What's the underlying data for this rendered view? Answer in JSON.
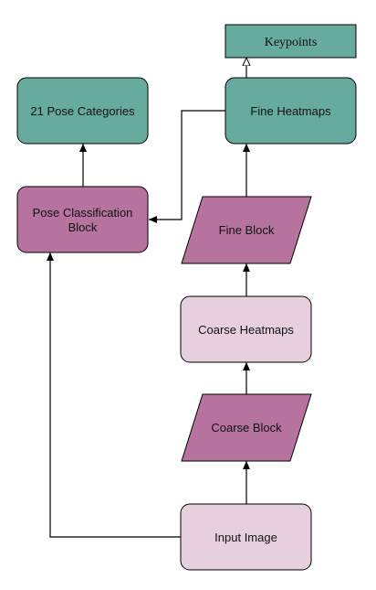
{
  "nodes": {
    "keypoints": {
      "label": "Keypoints",
      "fill": "#67ab9f"
    },
    "pose_categories": {
      "label": "21 Pose Categories",
      "fill": "#67ab9f"
    },
    "fine_heatmaps": {
      "label": "Fine Heatmaps",
      "fill": "#67ab9f"
    },
    "pose_classification": {
      "line1": "Pose Classification",
      "line2": "Block",
      "fill": "#b5739d"
    },
    "fine_block": {
      "label": "Fine Block",
      "fill": "#b5739d"
    },
    "coarse_heatmaps": {
      "label": "Coarse Heatmaps",
      "fill": "#e6d0de"
    },
    "coarse_block": {
      "label": "Coarse Block",
      "fill": "#b5739d"
    },
    "input_image": {
      "label": "Input Image",
      "fill": "#e6d0de"
    }
  },
  "colors": {
    "teal": "#67ab9f",
    "magenta": "#b5739d",
    "light_pink": "#e6d0de",
    "stroke": "#000000"
  }
}
